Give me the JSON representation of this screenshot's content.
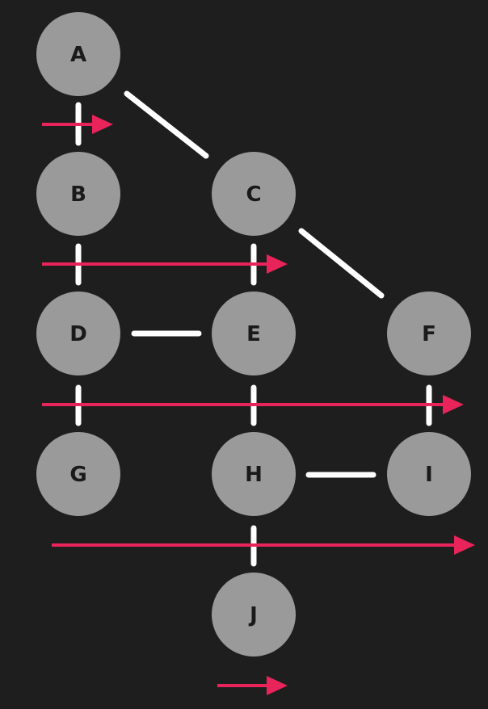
{
  "colors": {
    "background": "#1e1e1f",
    "node_fill": "#9a9a9a",
    "node_text": "#1a1a1a",
    "edge": "#ffffff",
    "arrow": "#e8245a"
  },
  "nodes": [
    {
      "id": "A",
      "label": "A"
    },
    {
      "id": "B",
      "label": "B"
    },
    {
      "id": "C",
      "label": "C"
    },
    {
      "id": "D",
      "label": "D"
    },
    {
      "id": "E",
      "label": "E"
    },
    {
      "id": "F",
      "label": "F"
    },
    {
      "id": "G",
      "label": "G"
    },
    {
      "id": "H",
      "label": "H"
    },
    {
      "id": "I",
      "label": "I"
    },
    {
      "id": "J",
      "label": "J"
    }
  ],
  "edges": [
    {
      "from": "A",
      "to": "B"
    },
    {
      "from": "A",
      "to": "C"
    },
    {
      "from": "B",
      "to": "D"
    },
    {
      "from": "C",
      "to": "E"
    },
    {
      "from": "C",
      "to": "F"
    },
    {
      "from": "D",
      "to": "E"
    },
    {
      "from": "D",
      "to": "G"
    },
    {
      "from": "E",
      "to": "H"
    },
    {
      "from": "F",
      "to": "I"
    },
    {
      "from": "H",
      "to": "I"
    },
    {
      "from": "H",
      "to": "J"
    }
  ],
  "arrows": [
    {
      "name": "sweep-arrow-1"
    },
    {
      "name": "sweep-arrow-2"
    },
    {
      "name": "sweep-arrow-3"
    },
    {
      "name": "sweep-arrow-4"
    },
    {
      "name": "sweep-arrow-5"
    }
  ]
}
